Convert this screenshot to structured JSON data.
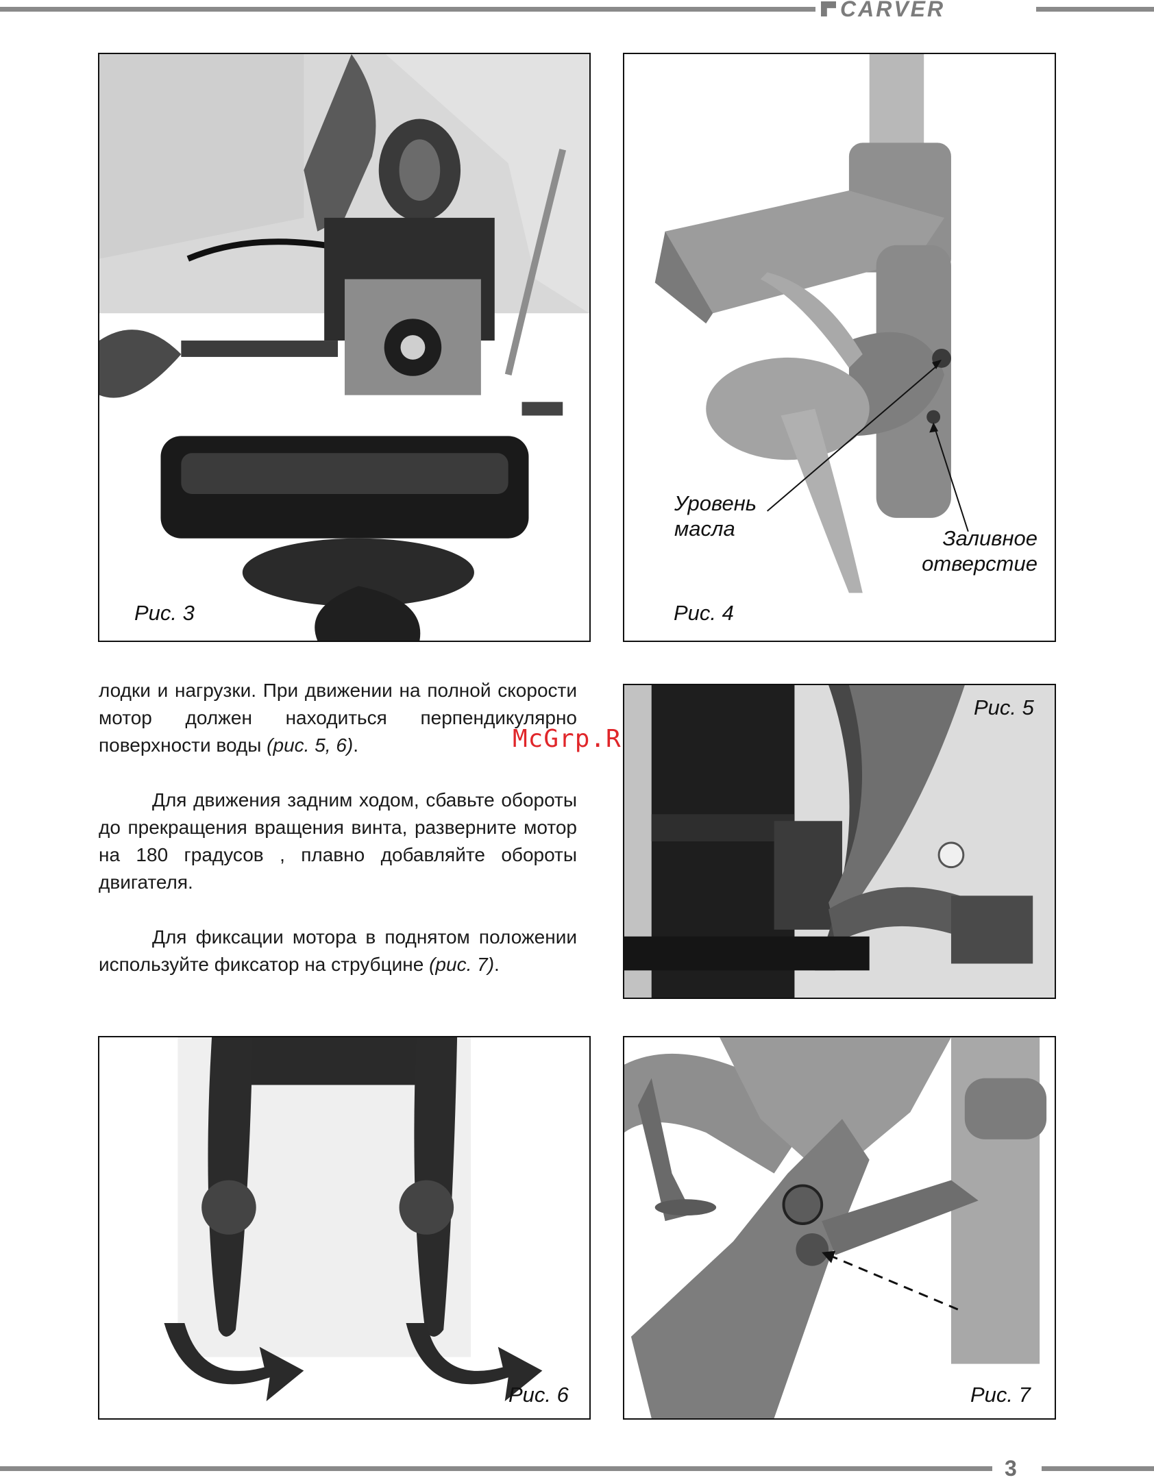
{
  "header": {
    "brand": "CARVER"
  },
  "figures": [
    {
      "id": "fig3",
      "caption": "Рис. 3"
    },
    {
      "id": "fig4",
      "caption": "Рис. 4",
      "labels": {
        "oil_level": [
          "Уровень",
          "масла"
        ],
        "filler": [
          "Заливное",
          "отверстие"
        ]
      }
    },
    {
      "id": "fig5",
      "caption": "Рис. 5"
    },
    {
      "id": "fig6",
      "caption": "Рис. 6"
    },
    {
      "id": "fig7",
      "caption": "Рис. 7"
    }
  ],
  "text": {
    "p1_main": "лодки и нагрузки. При движении на полной скорости мотор должен находиться перпендикулярно поверхности воды ",
    "p1_ref": "(рис. 5, 6)",
    "p1_end": ".",
    "p2": "Для движения задним ходом, сбавьте обороты до прекращения вращения винта, разверните мотор на 180 градусов , плавно добавляйте обороты двигателя.",
    "p3_main": "Для фиксации мотора в поднятом положении  используйте фиксатор на струбцине ",
    "p3_ref": "(рис. 7)",
    "p3_end": "."
  },
  "watermark": "McGrp.Ru",
  "page_number": "3"
}
